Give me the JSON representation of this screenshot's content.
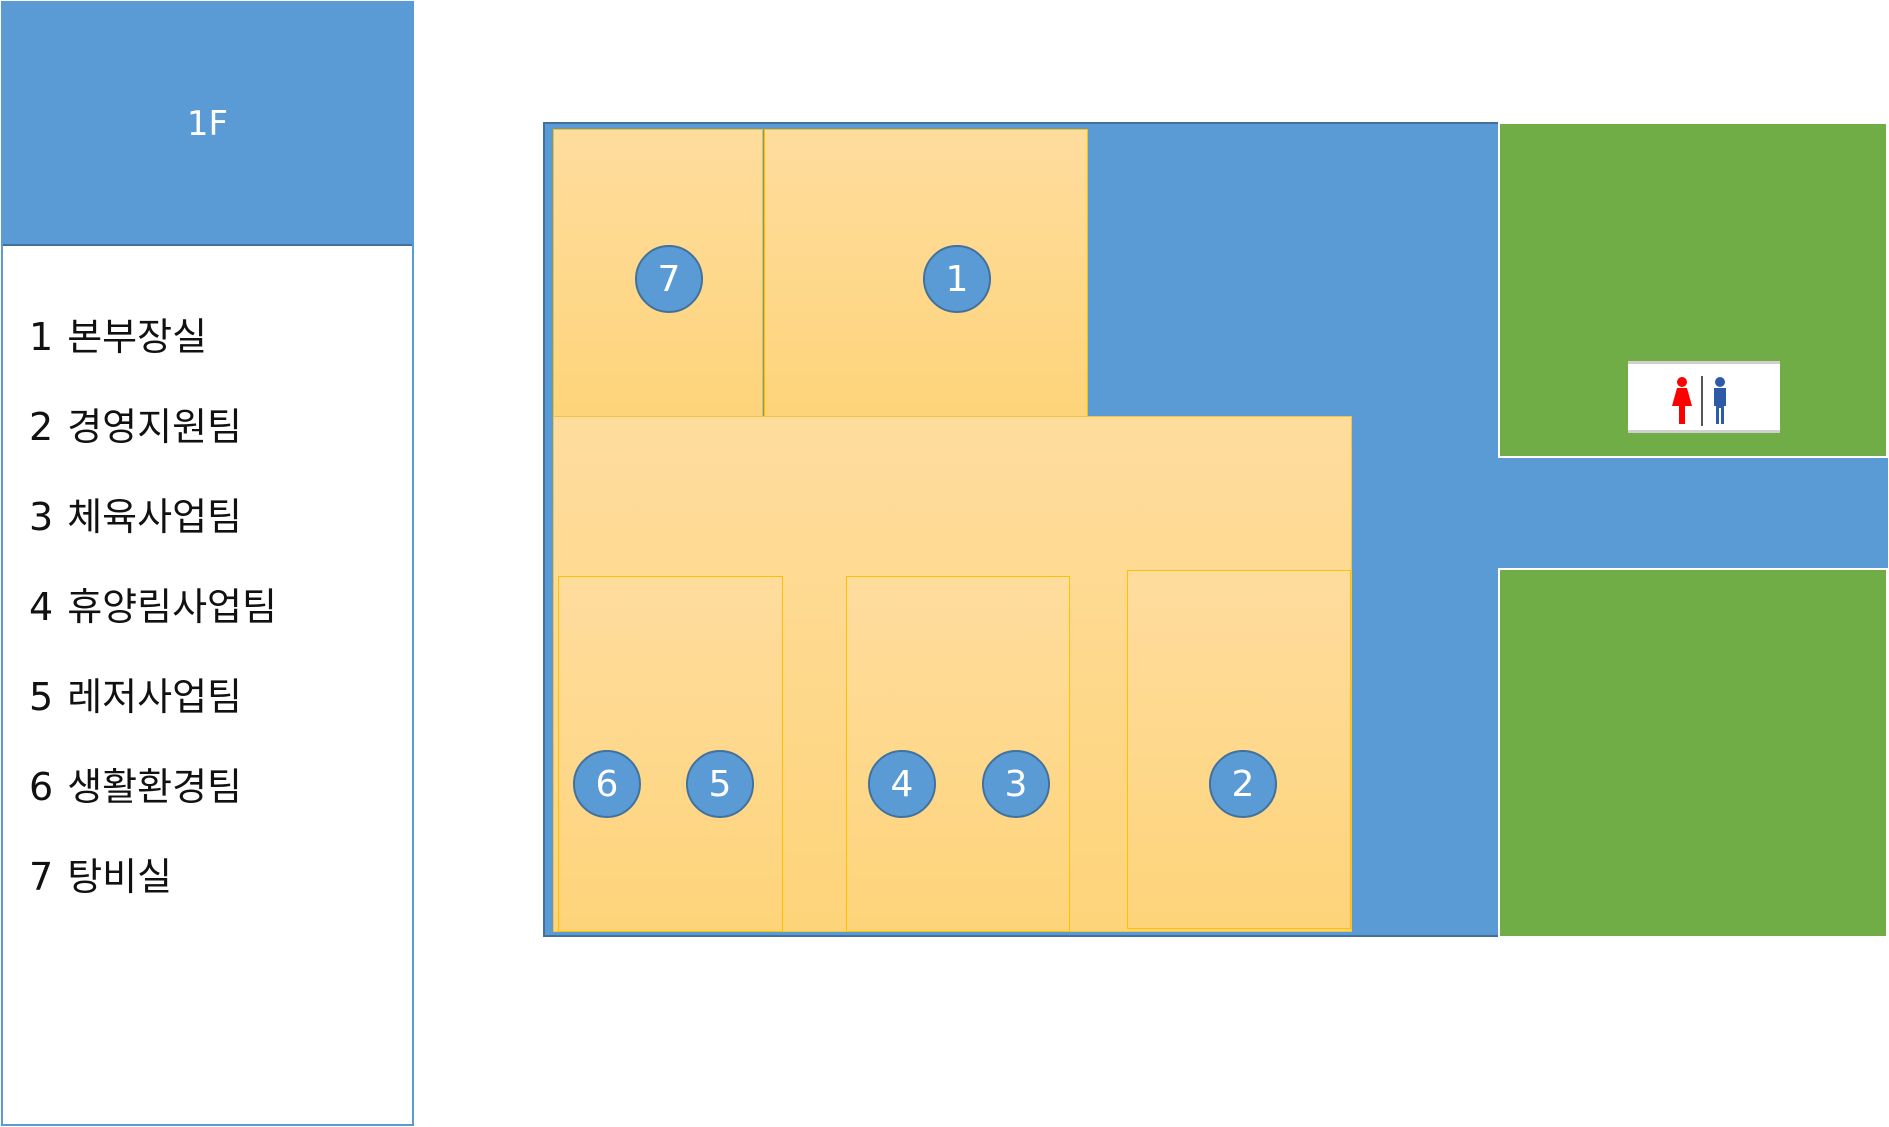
{
  "legend": {
    "floor": "1F",
    "items": [
      {
        "num": "1",
        "name": "본부장실"
      },
      {
        "num": "2",
        "name": "경영지원팀"
      },
      {
        "num": "3",
        "name": "체육사업팀"
      },
      {
        "num": "4",
        "name": "휴양림사업팀"
      },
      {
        "num": "5",
        "name": "레저사업팀"
      },
      {
        "num": "6",
        "name": "생활환경팀"
      },
      {
        "num": "7",
        "name": "탕비실"
      }
    ]
  },
  "map": {
    "markers": [
      "7",
      "1",
      "6",
      "5",
      "4",
      "3",
      "2"
    ],
    "restroom_icon": "restroom-icon",
    "colors": {
      "corridor": "#5b9bd5",
      "room": "#fed98c",
      "outdoor": "#70ad47",
      "female": "#ff0000",
      "male": "#2e5ba8"
    }
  }
}
